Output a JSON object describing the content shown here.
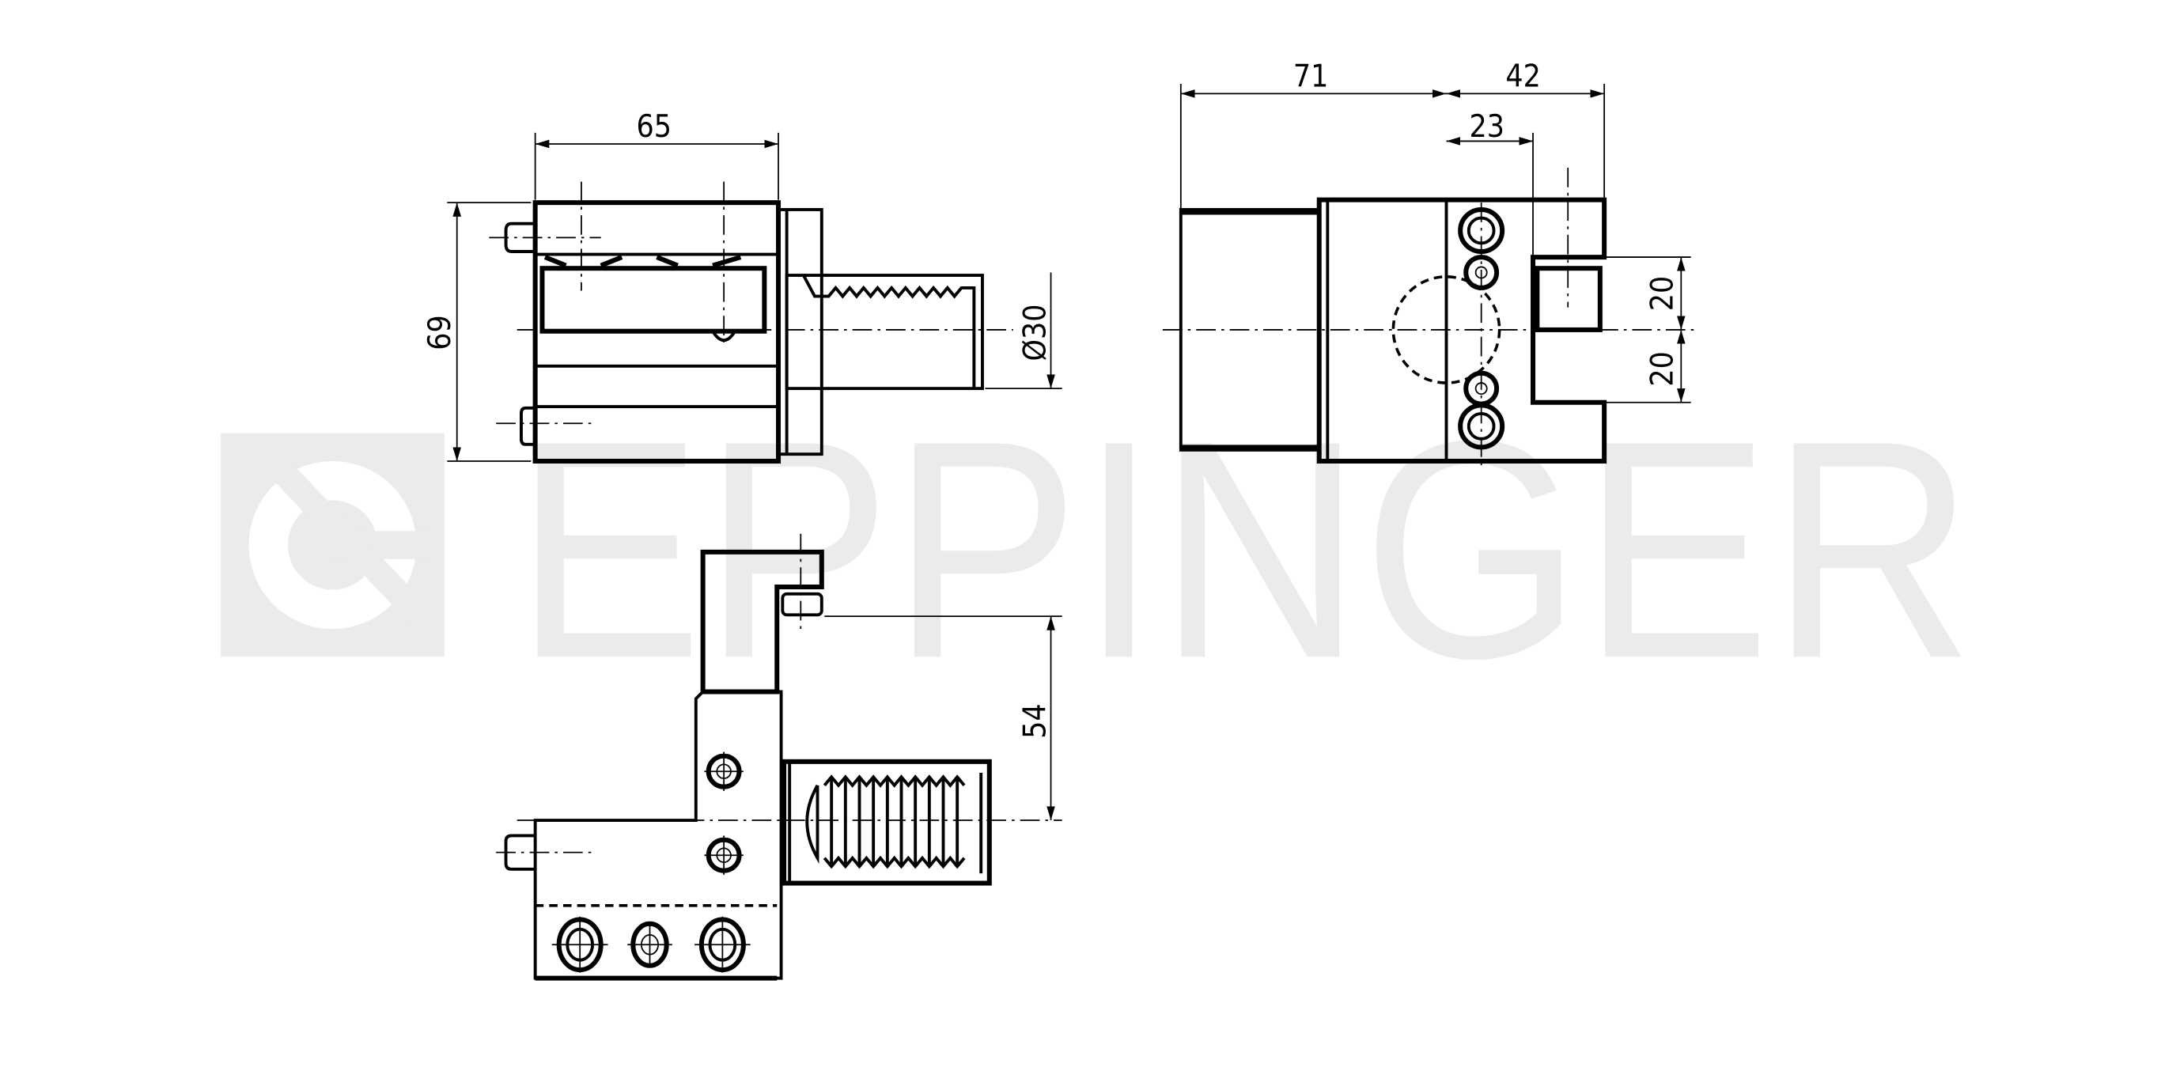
{
  "watermark": {
    "brand": "EPPINGER",
    "color": "#ebebeb"
  },
  "side_view": {
    "width_dim": "65",
    "height_dim": "69",
    "diameter_dim": "Ø30"
  },
  "end_view": {
    "length_dim": "71",
    "depth_dim": "42",
    "offset_dim": "23",
    "upper_half_dim": "20",
    "lower_half_dim": "20"
  },
  "plan_view": {
    "height_dim": "54"
  }
}
